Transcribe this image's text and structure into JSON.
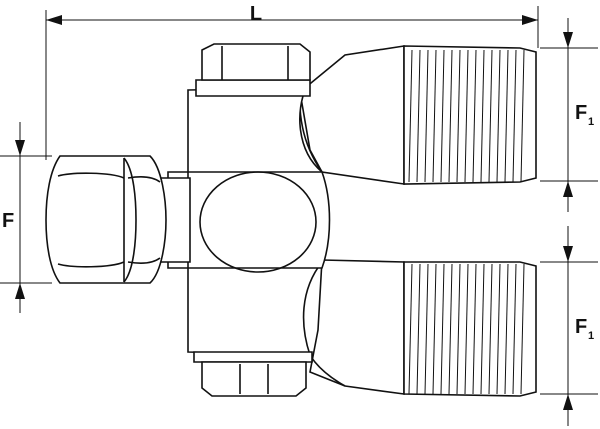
{
  "dimensions": {
    "length_label": "L",
    "inlet_label": "F",
    "outlet_top_label": "F",
    "outlet_top_sub": "1",
    "outlet_bottom_label": "F",
    "outlet_bottom_sub": "1"
  }
}
